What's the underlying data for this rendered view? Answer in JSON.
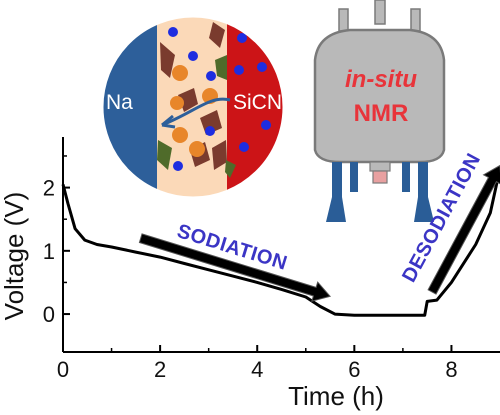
{
  "chart_data": {
    "type": "line",
    "title": "",
    "xlabel": "Time (h)",
    "ylabel": "Voltage (V)",
    "xlim": [
      0,
      9
    ],
    "ylim": [
      -0.6,
      2.8
    ],
    "x_ticks": [
      0,
      2,
      4,
      6,
      8
    ],
    "y_ticks": [
      0,
      1,
      2
    ],
    "grid": false,
    "series": [
      {
        "color": "#000000",
        "points": [
          [
            0.0,
            2.05
          ],
          [
            0.1,
            1.75
          ],
          [
            0.25,
            1.35
          ],
          [
            0.45,
            1.17
          ],
          [
            0.7,
            1.1
          ],
          [
            1.0,
            1.06
          ],
          [
            1.5,
            0.98
          ],
          [
            2.0,
            0.9
          ],
          [
            2.5,
            0.8
          ],
          [
            3.0,
            0.7
          ],
          [
            3.5,
            0.6
          ],
          [
            4.0,
            0.5
          ],
          [
            4.5,
            0.39
          ],
          [
            5.0,
            0.27
          ],
          [
            5.3,
            0.12
          ],
          [
            5.6,
            0.0
          ],
          [
            6.0,
            -0.02
          ],
          [
            7.0,
            -0.02
          ],
          [
            7.45,
            -0.02
          ],
          [
            7.5,
            0.2
          ],
          [
            7.7,
            0.22
          ],
          [
            8.0,
            0.5
          ],
          [
            8.5,
            1.1
          ],
          [
            8.8,
            1.6
          ],
          [
            9.0,
            2.3
          ]
        ]
      }
    ],
    "annotations": [
      {
        "id": "sodiation",
        "text": "SODIATION",
        "color": "#3b35c5",
        "arrow_from": [
          1.6,
          1.2
        ],
        "arrow_to": [
          5.5,
          0.28
        ]
      },
      {
        "id": "desodiation",
        "text": "DESODIATION",
        "color": "#3b35c5",
        "arrow_from": [
          7.6,
          0.35
        ],
        "arrow_to": [
          9.0,
          2.35
        ]
      }
    ]
  },
  "inset": {
    "cell": {
      "left_label": "Na",
      "right_label": "SiCN",
      "colors": {
        "left": "#2d5f9a",
        "middle": "#fbd9b8",
        "right": "#cc1417",
        "dots": "#1e2de0",
        "orange": "#e8862a",
        "green": "#4f6b2a",
        "brown": "#7a3b2e"
      }
    },
    "nmr": {
      "title_line1": "in-situ",
      "title_line2": "NMR",
      "colors": {
        "body": "#b9b9b9",
        "body_edge": "#7a7a7a",
        "title1": "#e8343a",
        "title2": "#e8343a",
        "legs": "#2a5d97",
        "pins": "#e8a0a0"
      }
    }
  }
}
